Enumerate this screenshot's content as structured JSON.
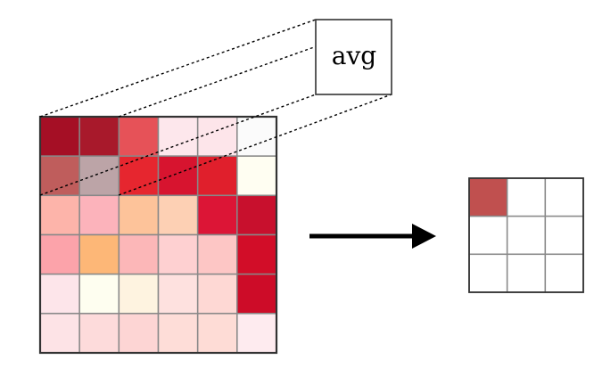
{
  "operation_label": "avg",
  "input_grid": {
    "rows": 6,
    "cols": 6,
    "colors": [
      [
        "#a50f25",
        "#a8192b",
        "#e65258",
        "#fde7ec",
        "#fde5ea",
        "#fbfbfb"
      ],
      [
        "#bf5d5c",
        "#bca4a7",
        "#e6262f",
        "#d7142f",
        "#e01f2c",
        "#fffef2"
      ],
      [
        "#fdb4aa",
        "#fcb3bb",
        "#fdc39a",
        "#fdd0b4",
        "#dc1536",
        "#c8102d"
      ],
      [
        "#fca3aa",
        "#fdb777",
        "#fcb7b8",
        "#fed0d1",
        "#fdc6c5",
        "#d20d28"
      ],
      [
        "#fde5ea",
        "#fefef0",
        "#fef3e0",
        "#fee1df",
        "#fed8d4",
        "#cd0c28"
      ],
      [
        "#fde3e6",
        "#fddbdb",
        "#fdd5d4",
        "#feddd8",
        "#fedcd6",
        "#feebef"
      ]
    ]
  },
  "output_grid": {
    "rows": 3,
    "cols": 3,
    "colors": [
      [
        "#c0504f",
        "#ffffff",
        "#ffffff"
      ],
      [
        "#ffffff",
        "#ffffff",
        "#ffffff"
      ],
      [
        "#ffffff",
        "#ffffff",
        "#ffffff"
      ]
    ]
  },
  "arrow_color": "#000000"
}
